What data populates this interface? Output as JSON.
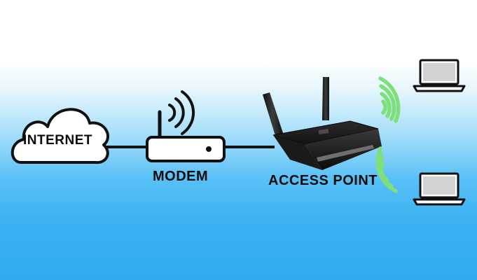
{
  "nodes": {
    "internet": {
      "label": "INTERNET",
      "icon": "cloud-icon"
    },
    "modem": {
      "label": "MODEM",
      "icon": "modem-icon"
    },
    "access_point": {
      "label": "ACCESS POINT",
      "icon": "router-icon"
    },
    "clients": [
      {
        "icon": "laptop-icon"
      },
      {
        "icon": "laptop-icon"
      }
    ]
  },
  "edges": [
    {
      "from": "internet",
      "to": "modem",
      "kind": "wired"
    },
    {
      "from": "modem",
      "to": "access_point",
      "kind": "wired"
    },
    {
      "from": "access_point",
      "to": "clients.0",
      "kind": "wireless"
    },
    {
      "from": "access_point",
      "to": "clients.1",
      "kind": "wireless"
    }
  ],
  "colors": {
    "line": "#111111",
    "wifi_signal": "#7ee07a",
    "background_top": "#ffffff",
    "background_bottom": "#33aaf0"
  }
}
